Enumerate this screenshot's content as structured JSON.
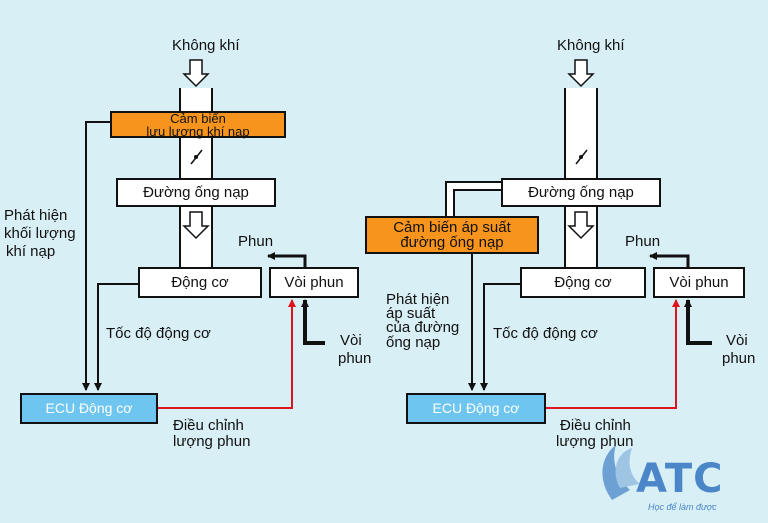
{
  "left": {
    "air_label": "Không khí",
    "sensor_line1": "Cảm biến",
    "sensor_line2": "lưu lượng khí nạp",
    "intake_label": "Đường ống nạp",
    "detect_label_1": "Phát hiện",
    "detect_label_2": "khối lượng",
    "detect_label_3": "khí nạp",
    "engine_label": "Động cơ",
    "injector_label": "Vòi phun",
    "spray_label": "Phun",
    "speed_label": "Tốc độ động cơ",
    "injector_in_1": "Vòi",
    "injector_in_2": "phun",
    "ecu_label": "ECU Động cơ",
    "adjust_1": "Điều chỉnh",
    "adjust_2": "lượng phun"
  },
  "right": {
    "air_label": "Không khí",
    "intake_label": "Đường ống nạp",
    "sensor_line1": "Cảm biến áp suất",
    "sensor_line2": "đường ống nạp",
    "spray_label": "Phun",
    "engine_label": "Động cơ",
    "injector_label": "Vòi phun",
    "detect_1": "Phát hiện",
    "detect_2": "áp suất",
    "detect_3": "của đường",
    "detect_4": "ống nạp",
    "speed_label": "Tốc độ động cơ",
    "injector_in_1": "Vòi",
    "injector_in_2": "phun",
    "ecu_label": "ECU Động cơ",
    "adjust_1": "Điều chỉnh",
    "adjust_2": "lượng phun"
  },
  "logo": {
    "text": "ATC",
    "sub": "Học để làm được"
  },
  "colors": {
    "background": "#d8eff5",
    "sensor": "#f7941d",
    "ecu": "#6ec6f0",
    "feedback": "#e0141e"
  }
}
